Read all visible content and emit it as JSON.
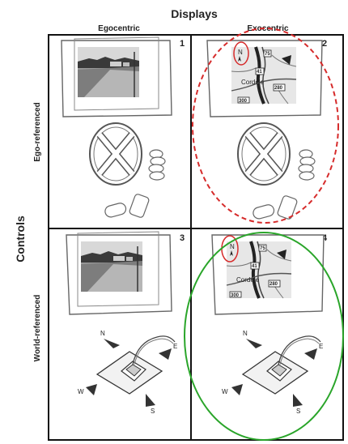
{
  "header": {
    "title": "Displays",
    "col_egocentric": "Egocentric",
    "col_exocentric": "Exocentric"
  },
  "side": {
    "title": "Controls",
    "row_ego": "Ego-referenced",
    "row_world": "World-referenced"
  },
  "cells": {
    "c1": "1",
    "c2": "2",
    "c3": "3",
    "c4": "4"
  },
  "map": {
    "north": "N",
    "city": "Cordele",
    "route41": "41",
    "route280": "280",
    "route300": "300",
    "route75": "75"
  },
  "compass": {
    "n": "N",
    "e": "E",
    "s": "S",
    "w": "W"
  },
  "colors": {
    "highlight_red": "#d62b2b",
    "highlight_green": "#2aa52a"
  }
}
